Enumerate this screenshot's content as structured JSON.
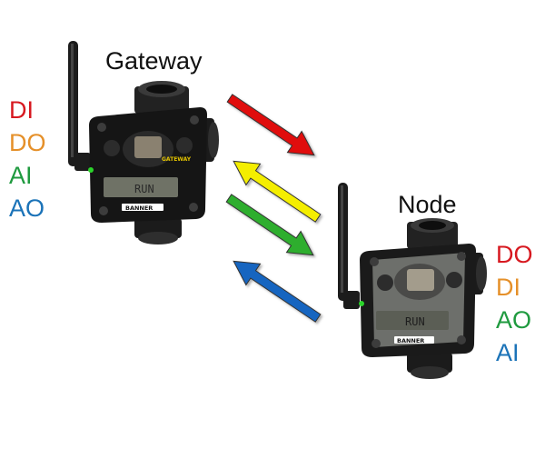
{
  "colors": {
    "red": "#d71920",
    "orange": "#e5902a",
    "green": "#1f9a3f",
    "blue": "#1b73b8",
    "yellow": "#f4ee00",
    "arrow_green": "#2fae2f",
    "arrow_blue": "#1565c0"
  },
  "gateway": {
    "label": "Gateway",
    "signals": [
      "DI",
      "DO",
      "AI",
      "AO"
    ],
    "screen_text": "RUN",
    "brand": "BANNER",
    "badge": "GATEWAY",
    "icon": "wireless-radio-device"
  },
  "node": {
    "label": "Node",
    "signals": [
      "DO",
      "DI",
      "AO",
      "AI"
    ],
    "screen_text": "RUN",
    "brand": "BANNER",
    "icon": "wireless-radio-device"
  }
}
